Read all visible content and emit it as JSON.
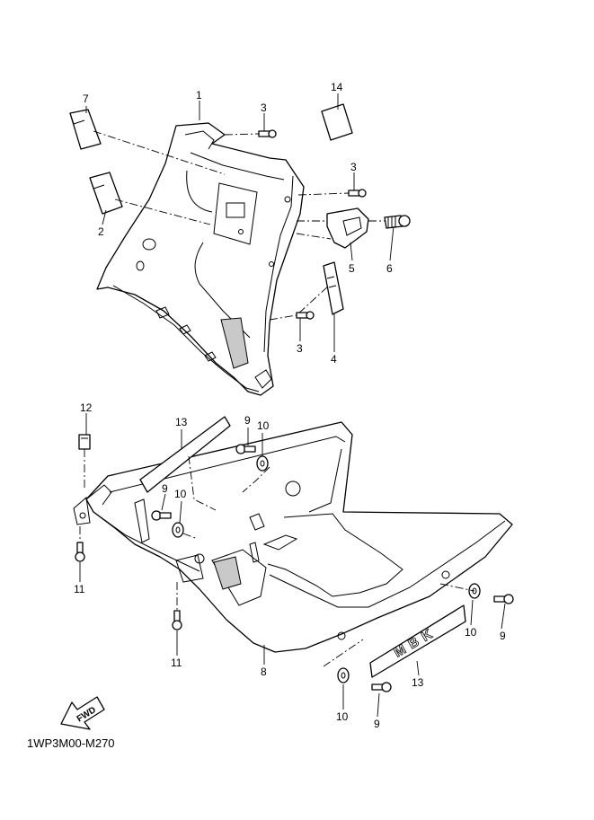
{
  "callouts": {
    "c1": "1",
    "c2": "2",
    "c3a": "3",
    "c3b": "3",
    "c3c": "3",
    "c4": "4",
    "c5": "5",
    "c6": "6",
    "c7": "7",
    "c8": "8",
    "c9a": "9",
    "c9b": "9",
    "c9c": "9",
    "c9d": "9",
    "c10a": "10",
    "c10b": "10",
    "c10c": "10",
    "c10d": "10",
    "c11a": "11",
    "c11b": "11",
    "c12": "12",
    "c13a": "13",
    "c13b": "13",
    "c14": "14"
  },
  "fwd_label": "FWD",
  "brand_emblem": "MBK",
  "diagram_code": "1WP3M00-M270"
}
